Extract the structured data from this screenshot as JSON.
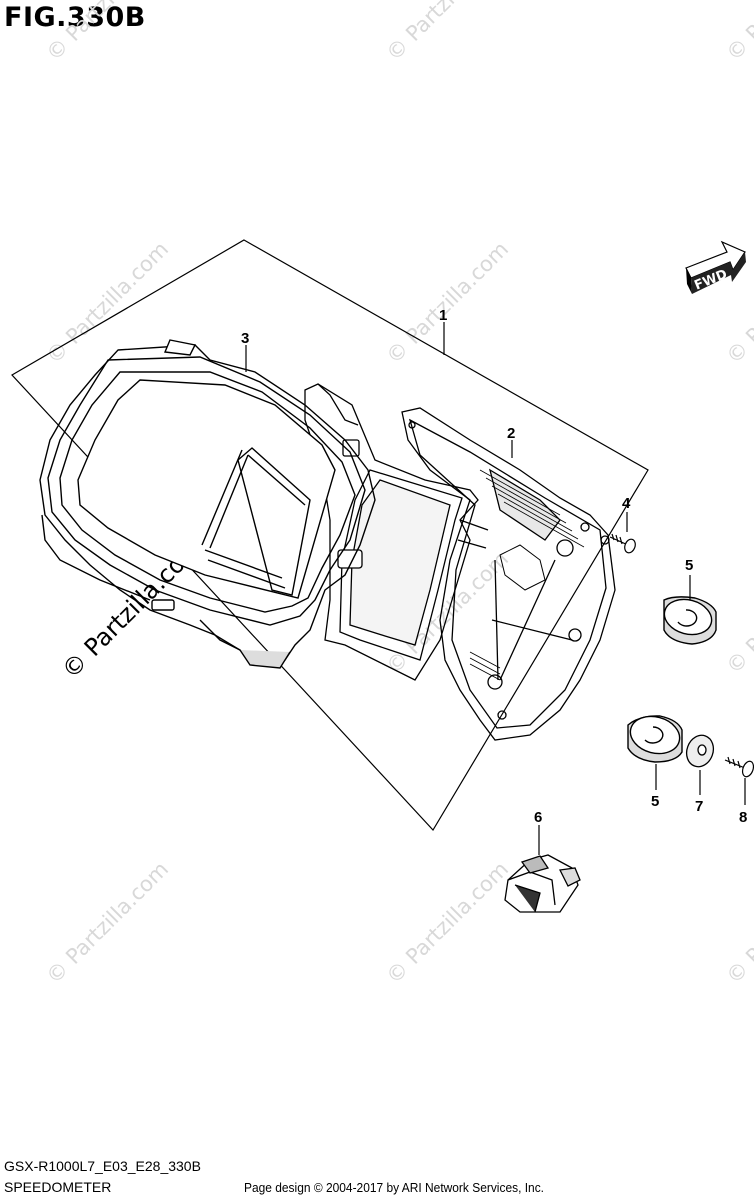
{
  "figure": {
    "title": "FIG.330B"
  },
  "fwd_label": "FWD",
  "callouts": [
    "1",
    "2",
    "3",
    "4",
    "5",
    "5",
    "6",
    "7",
    "8"
  ],
  "watermark": "© Partzilla.com",
  "footer": {
    "model_code": "GSX-R1000L7_E03_E28_330B",
    "section_name": "SPEEDOMETER",
    "credit": "Page design © 2004-2017 by ARI Network Services, Inc."
  }
}
